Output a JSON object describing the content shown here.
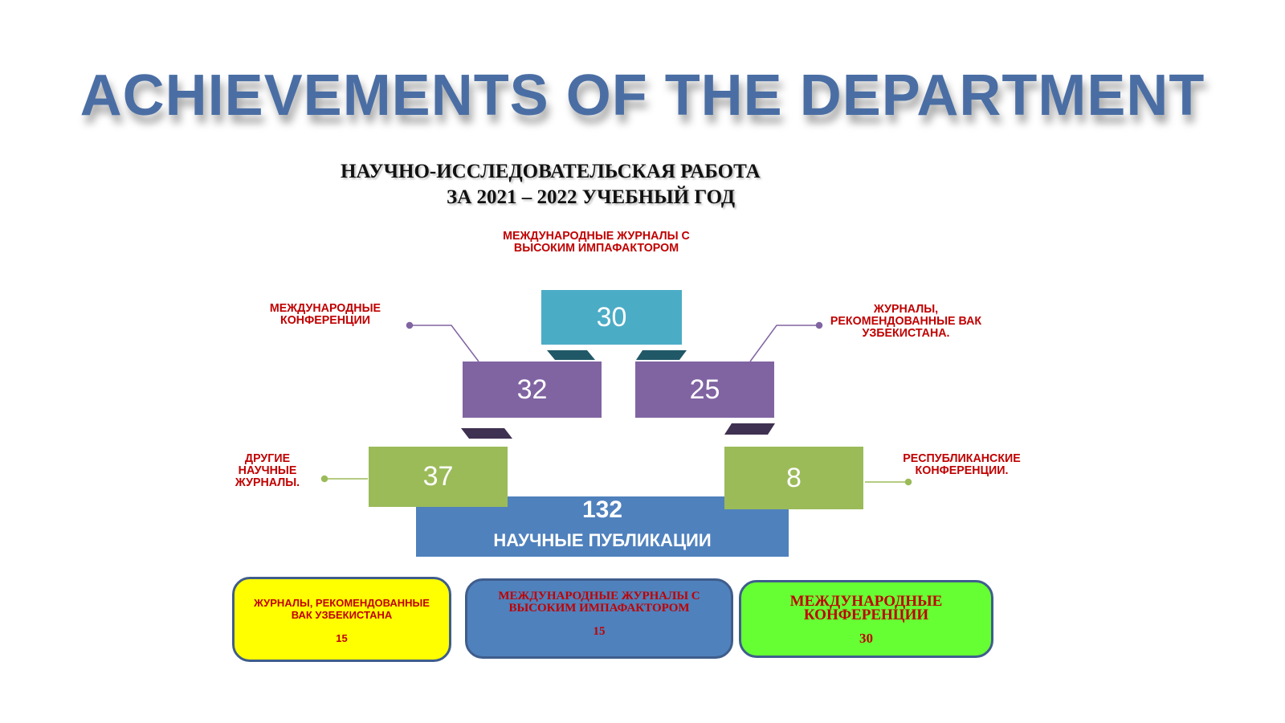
{
  "title": "ACHIEVEMENTS OF THE DEPARTMENT",
  "subtitle": {
    "line1": "НАУЧНО-ИССЛЕДОВАТЕЛЬСКАЯ РАБОТА",
    "line2": "ЗА 2021 – 2022 УЧЕБНЫЙ ГОД"
  },
  "diagram": {
    "top": {
      "label": "МЕЖДУНАРОДНЫЕ ЖУРНАЛЫ С ВЫСОКИМ ИМПАФАКТОРОМ",
      "value": "30",
      "color": "#4bacc6"
    },
    "mid_left": {
      "label": "МЕЖДУНАРОДНЫЕ КОНФЕРЕНЦИИ",
      "value": "32",
      "color": "#8064a2"
    },
    "mid_right": {
      "label": "ЖУРНАЛЫ, РЕКОМЕНДОВАННЫЕ ВАК УЗБЕКИСТАНА.",
      "value": "25",
      "color": "#8064a2"
    },
    "low_left": {
      "label": "ДРУГИЕ НАУЧНЫЕ ЖУРНАЛЫ.",
      "value": "37",
      "color": "#9bbb59"
    },
    "low_right": {
      "label": "РЕСПУБЛИКАНСКИЕ КОНФЕРЕНЦИИ.",
      "value": "8",
      "color": "#9bbb59"
    },
    "base": {
      "value": "132",
      "label": "НАУЧНЫЕ ПУБЛИКАЦИИ",
      "color": "#4f81bd"
    }
  },
  "cards": [
    {
      "title": "ЖУРНАЛЫ, РЕКОМЕНДОВАННЫЕ ВАК УЗБЕКИСТАНА",
      "value": "15",
      "color": "#ffff00"
    },
    {
      "title": "МЕЖДУНАРОДНЫЕ ЖУРНАЛЫ С ВЫСОКИМ ИМПАФАКТОРОМ",
      "value": "15",
      "color": "#4f81bd"
    },
    {
      "title": "МЕЖДУНАРОДНЫЕ КОНФЕРЕНЦИИ",
      "value": "30",
      "color": "#66ff33"
    }
  ]
}
